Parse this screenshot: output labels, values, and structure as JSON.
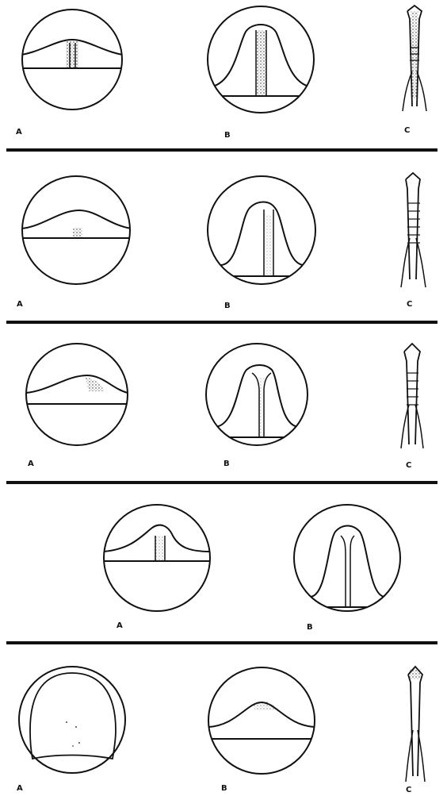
{
  "plate": {
    "rows": [
      {
        "labels": [
          "A",
          "B",
          "C"
        ]
      },
      {
        "labels": [
          "A",
          "B",
          "C"
        ]
      },
      {
        "labels": [
          "A",
          "B",
          "C"
        ]
      },
      {
        "labels": [
          "A",
          "B"
        ]
      },
      {
        "labels": [
          "A",
          "B",
          "C"
        ]
      }
    ]
  }
}
